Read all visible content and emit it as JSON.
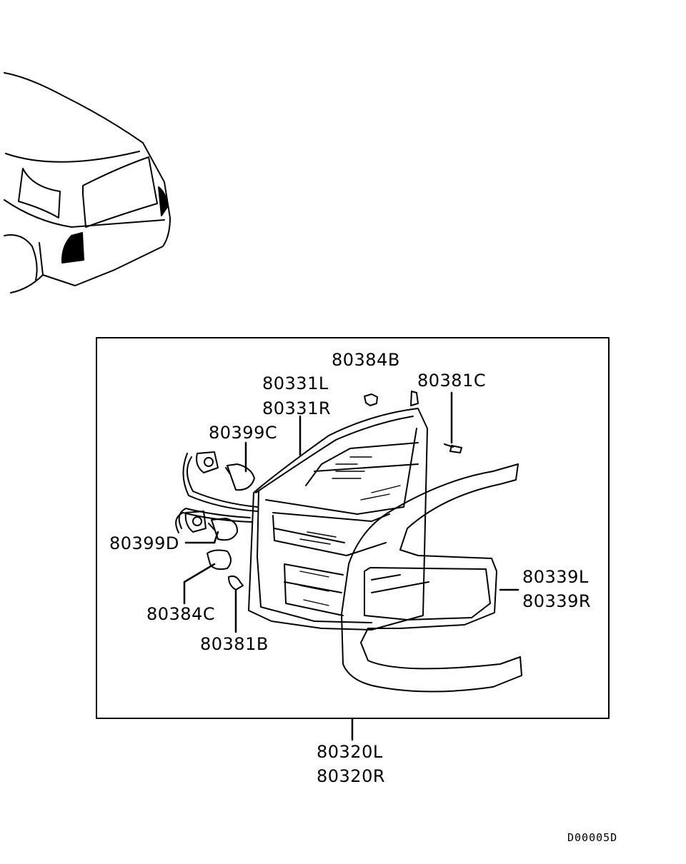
{
  "labels": {
    "p80384b": "80384B",
    "p80331l": "80331L",
    "p80331r": "80331R",
    "p80381c": "80381C",
    "p80399c": "80399C",
    "p80399d": "80399D",
    "p80384c": "80384C",
    "p80381b": "80381B",
    "p80339l": "80339L",
    "p80339r": "80339R",
    "p80320l": "80320L",
    "p80320r": "80320R"
  },
  "diagram_code": "D00005D",
  "icons": {
    "vehicle": "vehicle-rear-view",
    "lamp": "tail-lamp-assembly",
    "bezel": "lamp-bezel",
    "bulb": "bulb",
    "socket": "bulb-socket",
    "screw": "screw",
    "clip": "clip"
  }
}
